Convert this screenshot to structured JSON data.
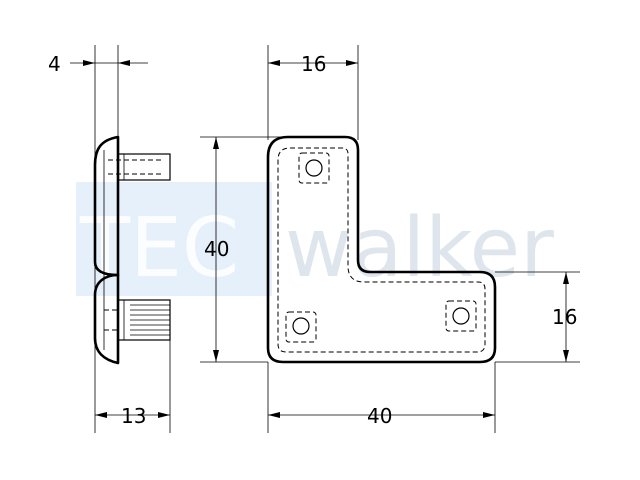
{
  "watermark": {
    "prefix": "TEC",
    "suffix": "walker",
    "box_color": "#e6f0fb",
    "text_color": "#d4dde6"
  },
  "dimensions": {
    "thickness": "4",
    "arm_width_top": "16",
    "height": "40",
    "arm_width_right": "16",
    "depth": "13",
    "length": "40"
  }
}
